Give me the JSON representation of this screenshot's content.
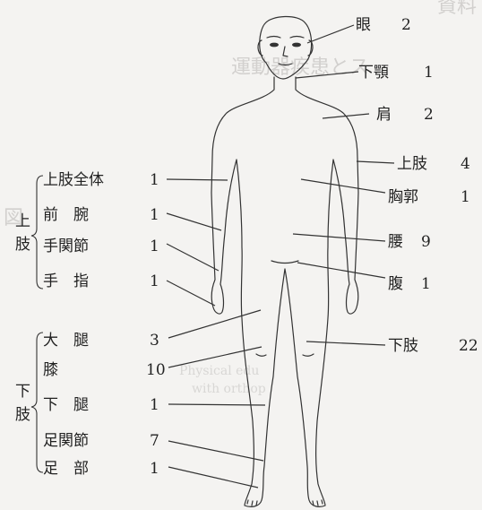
{
  "background_text": {
    "top_right": "資料",
    "heading": "運動器疾患とス",
    "left_fragment": "図",
    "mid_line_1": "Physical edu",
    "mid_line_2": "with orthop"
  },
  "groups": {
    "upper_limb": "上肢",
    "lower_limb": "下肢"
  },
  "labels": [
    {
      "name": "eye",
      "text": "眼",
      "count": "2"
    },
    {
      "name": "jaw",
      "text": "下顎",
      "count": "1"
    },
    {
      "name": "shoulder",
      "text": "肩",
      "count": "2"
    },
    {
      "name": "upper-limb",
      "text": "上肢",
      "count": "4"
    },
    {
      "name": "chest",
      "text": "胸郭",
      "count": "1"
    },
    {
      "name": "lower-back",
      "text": "腰",
      "count": "9"
    },
    {
      "name": "abdomen",
      "text": "腹",
      "count": "1"
    },
    {
      "name": "lower-limb",
      "text": "下肢",
      "count": "22"
    },
    {
      "name": "whole-upper-limb",
      "text": "上肢全体",
      "count": "1"
    },
    {
      "name": "forearm",
      "text": "前　腕",
      "count": "1"
    },
    {
      "name": "wrist",
      "text": "手関節",
      "count": "1"
    },
    {
      "name": "finger",
      "text": "手　指",
      "count": "1"
    },
    {
      "name": "thigh",
      "text": "大　腿",
      "count": "3"
    },
    {
      "name": "knee",
      "text": "膝",
      "count": "10"
    },
    {
      "name": "lower-leg",
      "text": "下　腿",
      "count": "1"
    },
    {
      "name": "ankle",
      "text": "足関節",
      "count": "7"
    },
    {
      "name": "foot",
      "text": "足　部",
      "count": "1"
    }
  ]
}
